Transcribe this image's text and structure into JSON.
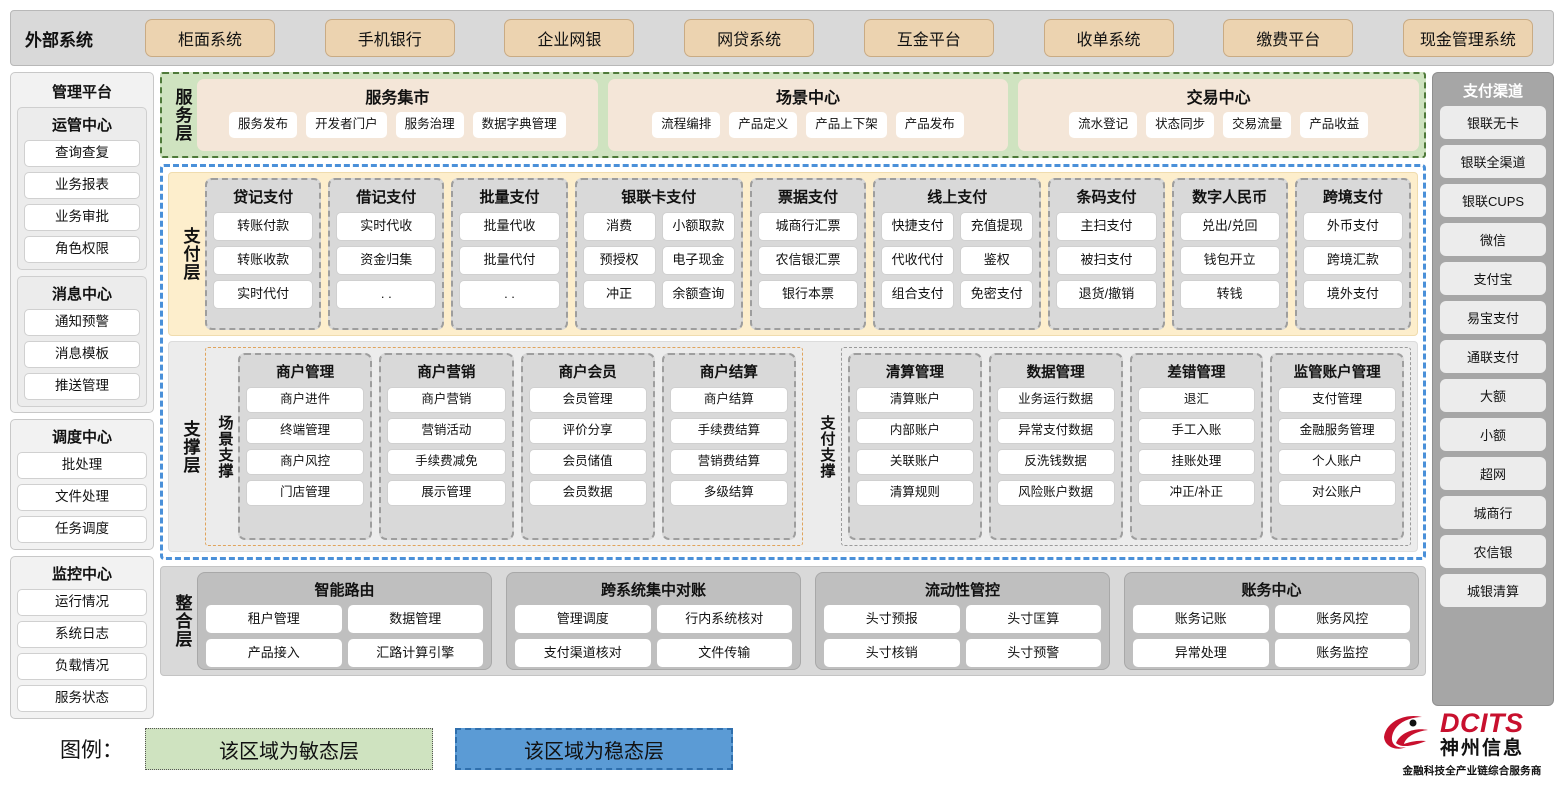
{
  "external": {
    "title": "外部系统",
    "items": [
      "柜面系统",
      "手机银行",
      "企业网银",
      "网贷系统",
      "互金平台",
      "收单系统",
      "缴费平台",
      "现金管理系统"
    ]
  },
  "management": {
    "title": "管理平台",
    "groups": [
      {
        "title": "运管中心",
        "items": [
          "查询查复",
          "业务报表",
          "业务审批",
          "角色权限"
        ]
      },
      {
        "title": "消息中心",
        "items": [
          "通知预警",
          "消息模板",
          "推送管理"
        ]
      },
      {
        "title": "调度中心",
        "items": [
          "批处理",
          "文件处理",
          "任务调度"
        ]
      },
      {
        "title": "监控中心",
        "items": [
          "运行情况",
          "系统日志",
          "负载情况",
          "服务状态"
        ]
      }
    ]
  },
  "service_layer": {
    "label": "服务层",
    "groups": [
      {
        "title": "服务集市",
        "items": [
          "服务发布",
          "开发者门户",
          "服务治理",
          "数据字典管理"
        ]
      },
      {
        "title": "场景中心",
        "items": [
          "流程编排",
          "产品定义",
          "产品上下架",
          "产品发布"
        ]
      },
      {
        "title": "交易中心",
        "items": [
          "流水登记",
          "状态同步",
          "交易流量",
          "产品收益"
        ]
      }
    ]
  },
  "payment_layer": {
    "label": "支付层",
    "groups": [
      {
        "title": "贷记支付",
        "cols": 1,
        "items": [
          "转账付款",
          "转账收款",
          "实时代付"
        ]
      },
      {
        "title": "借记支付",
        "cols": 1,
        "items": [
          "实时代收",
          "资金归集",
          ". ."
        ]
      },
      {
        "title": "批量支付",
        "cols": 1,
        "items": [
          "批量代收",
          "批量代付",
          ". ."
        ]
      },
      {
        "title": "银联卡支付",
        "cols": 2,
        "items": [
          "消费",
          "小额取款",
          "预授权",
          "电子现金",
          "冲正",
          "余额查询"
        ]
      },
      {
        "title": "票据支付",
        "cols": 1,
        "items": [
          "城商行汇票",
          "农信银汇票",
          "银行本票"
        ]
      },
      {
        "title": "线上支付",
        "cols": 2,
        "items": [
          "快捷支付",
          "充值提现",
          "代收代付",
          "鉴权",
          "组合支付",
          "免密支付"
        ]
      },
      {
        "title": "条码支付",
        "cols": 1,
        "items": [
          "主扫支付",
          "被扫支付",
          "退货/撤销"
        ]
      },
      {
        "title": "数字人民币",
        "cols": 1,
        "items": [
          "兑出/兑回",
          "钱包开立",
          "转钱"
        ]
      },
      {
        "title": "跨境支付",
        "cols": 1,
        "items": [
          "外币支付",
          "跨境汇款",
          "境外支付"
        ]
      }
    ]
  },
  "support_layer": {
    "label": "支撑层",
    "scene": {
      "label": "场景支撑",
      "groups": [
        {
          "title": "商户管理",
          "items": [
            "商户进件",
            "终端管理",
            "商户风控",
            "门店管理"
          ]
        },
        {
          "title": "商户营销",
          "items": [
            "商户营销",
            "营销活动",
            "手续费减免",
            "展示管理"
          ]
        },
        {
          "title": "商户会员",
          "items": [
            "会员管理",
            "评价分享",
            "会员储值",
            "会员数据"
          ]
        },
        {
          "title": "商户结算",
          "items": [
            "商户结算",
            "手续费结算",
            "营销费结算",
            "多级结算"
          ]
        }
      ]
    },
    "pay": {
      "label": "支付支撑",
      "groups": [
        {
          "title": "清算管理",
          "items": [
            "清算账户",
            "内部账户",
            "关联账户",
            "清算规则"
          ]
        },
        {
          "title": "数据管理",
          "items": [
            "业务运行数据",
            "异常支付数据",
            "反洗钱数据",
            "风险账户数据"
          ]
        },
        {
          "title": "差错管理",
          "items": [
            "退汇",
            "手工入账",
            "挂账处理",
            "冲正/补正"
          ]
        },
        {
          "title": "监管账户管理",
          "items": [
            "支付管理",
            "金融服务管理",
            "个人账户",
            "对公账户"
          ]
        }
      ]
    }
  },
  "integration_layer": {
    "label": "整合层",
    "groups": [
      {
        "title": "智能路由",
        "items": [
          "租户管理",
          "数据管理",
          "产品接入",
          "汇路计算引擎"
        ]
      },
      {
        "title": "跨系统集中对账",
        "items": [
          "管理调度",
          "行内系统核对",
          "支付渠道核对",
          "文件传输"
        ]
      },
      {
        "title": "流动性管控",
        "items": [
          "头寸预报",
          "头寸匡算",
          "头寸核销",
          "头寸预警"
        ]
      },
      {
        "title": "账务中心",
        "items": [
          "账务记账",
          "账务风控",
          "异常处理",
          "账务监控"
        ]
      }
    ]
  },
  "channels": {
    "title": "支付渠道",
    "items": [
      "银联无卡",
      "银联全渠道",
      "银联CUPS",
      "微信",
      "支付宝",
      "易宝支付",
      "通联支付",
      "大额",
      "小额",
      "超网",
      "城商行",
      "农信银",
      "城银清算"
    ]
  },
  "legend": {
    "label": "图例：",
    "agile": "该区域为敏态层",
    "stable": "该区域为稳态层",
    "agile_color": "#cfe3c0",
    "stable_color": "#5b9bd5"
  },
  "logo": {
    "en": "DCITS",
    "cn": "神州信息",
    "tagline": "金融科技全产业链综合服务商",
    "brand_color": "#c8102e"
  }
}
